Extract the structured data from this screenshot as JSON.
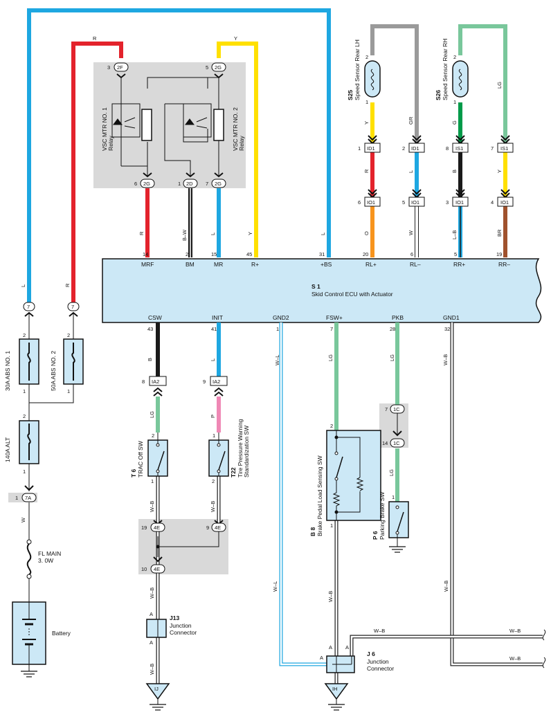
{
  "ecu": {
    "code": "S 1",
    "name": "Skid Control ECU with Actuator"
  },
  "relay1": {
    "label": "VSC MTR NO. 1",
    "sub": "Relay"
  },
  "relay2": {
    "label": "VSC MTR NO. 2",
    "sub": "Relay"
  },
  "relay_conn": {
    "p3": "3",
    "c3": "2F",
    "p5": "5",
    "c5": "2G",
    "p6": "6",
    "c6": "2G",
    "p1": "1",
    "c1": "2D",
    "p7": "7",
    "c7": "2G"
  },
  "wire_colors": {
    "red": "#e3232c",
    "blue": "#1ea7e1",
    "yellow": "#ffe000",
    "black": "#1a1a1a",
    "orange": "#f7941d",
    "green": "#79c79b",
    "dgreen": "#009a49",
    "gray": "#9a9a9a",
    "pink": "#ef88b5",
    "brown": "#a0522d"
  },
  "top_pins": [
    {
      "num": "14",
      "name": "MRF",
      "wire": "R"
    },
    {
      "num": "2",
      "name": "BM",
      "wire": "B–W"
    },
    {
      "num": "15",
      "name": "MR",
      "wire": "L"
    },
    {
      "num": "45",
      "name": "R+",
      "wire": "Y"
    },
    {
      "num": "31",
      "name": "+BS",
      "wire": "L"
    },
    {
      "num": "20",
      "name": "RL+",
      "wire": "O"
    },
    {
      "num": "6",
      "name": "RL–",
      "wire": "W"
    },
    {
      "num": "5",
      "name": "RR+",
      "wire": "L–B"
    },
    {
      "num": "19",
      "name": "RR–",
      "wire": "BR"
    }
  ],
  "bottom_pins": [
    {
      "num": "43",
      "name": "CSW",
      "wire": "B"
    },
    {
      "num": "41",
      "name": "INIT",
      "wire": "L"
    },
    {
      "num": "1",
      "name": "GND2",
      "wire": "W–L"
    },
    {
      "num": "7",
      "name": "FSW+",
      "wire": "LG"
    },
    {
      "num": "28",
      "name": "PKB",
      "wire": "LG"
    },
    {
      "num": "32",
      "name": "GND1",
      "wire": "W–B"
    }
  ],
  "top_wire_labels": {
    "red": "R",
    "yellow": "Y",
    "blue": "L"
  },
  "s25": {
    "code": "S25",
    "name": "Speed Sensor Rear LH",
    "p2": "2",
    "p1": "1",
    "w_top": "Y",
    "w_gr": "GR"
  },
  "s26": {
    "code": "S26",
    "name": "Speed Sensor Rear RH",
    "p2": "2",
    "p1": "1",
    "w_top": "G",
    "w_lg": "LG"
  },
  "id1_a": {
    "pin": "1",
    "conn": "ID1"
  },
  "id1_b": {
    "pin": "2",
    "conn": "ID1"
  },
  "is1_a": {
    "pin": "8",
    "conn": "IS1"
  },
  "is1_b": {
    "pin": "7",
    "conn": "IS1"
  },
  "mid_wires": {
    "a": "R",
    "b": "L",
    "c": "B",
    "d": "Y"
  },
  "io1_a": {
    "pin": "6",
    "conn": "IO1"
  },
  "io1_b": {
    "pin": "5",
    "conn": "IO1"
  },
  "io1_c": {
    "pin": "3",
    "conn": "IO1"
  },
  "io1_d": {
    "pin": "4",
    "conn": "IO1"
  },
  "left": {
    "wire_l": "L",
    "wire_r": "R",
    "c7": "7",
    "c7b": "7",
    "f30": "30A ABS NO. 1",
    "f50": "50A ABS NO. 2",
    "f140": "140A ALT",
    "p2": "2",
    "p1": "1",
    "c7a_pin": "1",
    "c7a": "7A",
    "w": "W",
    "flmain": "FL MAIN",
    "flsize": "3. 0W",
    "battery": "Battery"
  },
  "ia2_a": {
    "pin": "8",
    "conn": "IA2"
  },
  "ia2_b": {
    "pin": "9",
    "conn": "IA2"
  },
  "t6": {
    "code": "T 6",
    "name": "TRAC Off SW",
    "w_in": "LG",
    "p2": "2",
    "p1": "1",
    "w_out": "W–B"
  },
  "t22": {
    "code": "T22",
    "name1": "Tire Pressure Warning",
    "name2": "Standardization SW",
    "w_in": "P",
    "p2": "1",
    "p1": "2",
    "w_out": "W–B"
  },
  "c4e": {
    "p19": "19",
    "p9": "9",
    "p10": "10",
    "conn": "4E"
  },
  "j13": {
    "code": "J13",
    "name1": "Junction",
    "name2": "Connector",
    "a": "A",
    "w": "W–B"
  },
  "gnd_ij": "IJ",
  "gnd_ih": "IH",
  "b8": {
    "code": "B 8",
    "name": "Brake Pedal Load Sensing SW",
    "p2": "2",
    "p1": "1",
    "w": "W–B"
  },
  "p6": {
    "code": "P 6",
    "name": "Parking Brake SW",
    "p1": "1"
  },
  "c1c": {
    "p7": "7",
    "p14": "14",
    "conn": "1C",
    "w": "LG"
  },
  "j6": {
    "code": "J 6",
    "name1": "Junction",
    "name2": "Connector",
    "a": "A"
  },
  "right_wires": {
    "w1": "W–B",
    "w2": "W–B",
    "w3": "W–B",
    "wl": "W–L",
    "wb": "W–B"
  }
}
